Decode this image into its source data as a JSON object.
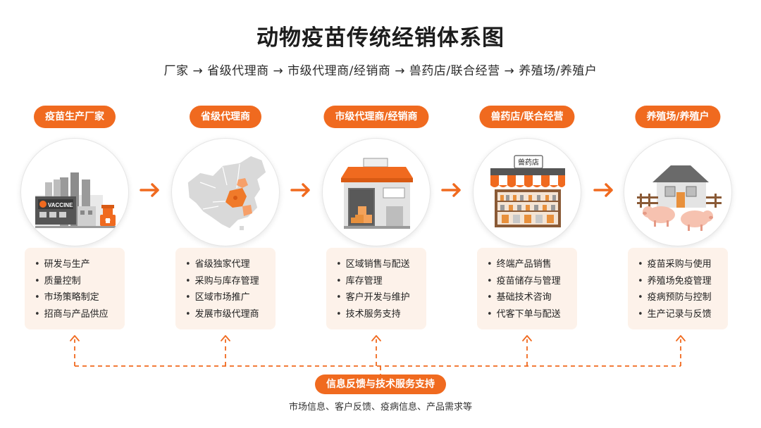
{
  "title": "动物疫苗传统经销体系图",
  "subtitle": "厂家 → 省级代理商 → 市级代理商/经销商 → 兽药店/联合经营 → 养殖场/养殖户",
  "colors": {
    "accent": "#f06a1f",
    "card_bg": "#fdf2ea"
  },
  "stages": [
    {
      "label": "疫苗生产厂家",
      "illustration": "factory-icon",
      "factory_sign": "VACCINE",
      "items": [
        "研发与生产",
        "质量控制",
        "市场策略制定",
        "招商与产品供应"
      ]
    },
    {
      "label": "省级代理商",
      "illustration": "china-map-icon",
      "items": [
        "省级独家代理",
        "采购与库存管理",
        "区域市场推广",
        "发展市级代理商"
      ]
    },
    {
      "label": "市级代理商/经销商",
      "illustration": "warehouse-icon",
      "items": [
        "区域销售与配送",
        "库存管理",
        "客户开发与维护",
        "技术服务支持"
      ]
    },
    {
      "label": "兽药店/联合经营",
      "illustration": "vet-store-icon",
      "store_sign": "兽药店",
      "items": [
        "终端产品销售",
        "疫苗储存与管理",
        "基础技术咨询",
        "代客下单与配送"
      ]
    },
    {
      "label": "养殖场/养殖户",
      "illustration": "farm-icon",
      "items": [
        "疫苗采购与使用",
        "养殖场免疫管理",
        "疫病预防与控制",
        "生产记录与反馈"
      ]
    }
  ],
  "feedback": {
    "label": "信息反馈与技术服务支持",
    "note": "市场信息、客户反馈、疫病信息、产品需求等"
  }
}
